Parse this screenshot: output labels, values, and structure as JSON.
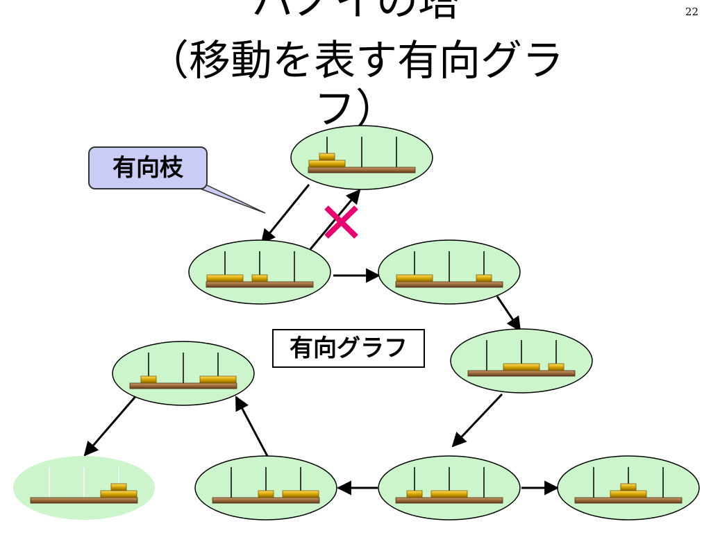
{
  "slide": {
    "title_line1": "ハノイの塔",
    "title_line2": "（移動を表す有向グラ",
    "title_line3": "フ）",
    "page_number": "22"
  },
  "labels": {
    "graph_label": "有向グラフ",
    "callout_label": "有向枝",
    "forbidden_mark": "×"
  },
  "colors": {
    "node_fill": "#ccf5cc",
    "node_stroke": "#000000",
    "disk": "#d6a300",
    "base": "#9a6a3a",
    "callout_fill": "#c9cdf6",
    "forbidden": "#e8006e"
  },
  "states": [
    {
      "id": "s0",
      "pegs": [
        [
          1,
          2
        ],
        [],
        []
      ]
    },
    {
      "id": "s1",
      "pegs": [
        [
          2
        ],
        [
          1
        ],
        []
      ]
    },
    {
      "id": "s2",
      "pegs": [
        [
          2
        ],
        [],
        [
          1
        ]
      ]
    },
    {
      "id": "s3",
      "pegs": [
        [],
        [
          2
        ],
        [
          1
        ]
      ]
    },
    {
      "id": "s4",
      "pegs": [
        [
          1
        ],
        [
          2
        ],
        []
      ]
    },
    {
      "id": "s5",
      "pegs": [
        [],
        [
          1
        ],
        [
          2
        ]
      ]
    },
    {
      "id": "s6",
      "pegs": [
        [
          1
        ],
        [],
        [
          2
        ]
      ]
    },
    {
      "id": "s7",
      "pegs": [
        [],
        [],
        [
          1,
          2
        ]
      ]
    },
    {
      "id": "s8",
      "pegs": [
        [],
        [
          1,
          2
        ],
        []
      ]
    }
  ],
  "edges": [
    {
      "from": "s0",
      "to": "s1"
    },
    {
      "from": "s1",
      "to": "s0",
      "forbidden": true
    },
    {
      "from": "s1",
      "to": "s2"
    },
    {
      "from": "s2",
      "to": "s3"
    },
    {
      "from": "s3",
      "to": "s4"
    },
    {
      "from": "s4",
      "to": "s5"
    },
    {
      "from": "s4",
      "to": "s8"
    },
    {
      "from": "s5",
      "to": "s6"
    },
    {
      "from": "s6",
      "to": "s7"
    }
  ]
}
